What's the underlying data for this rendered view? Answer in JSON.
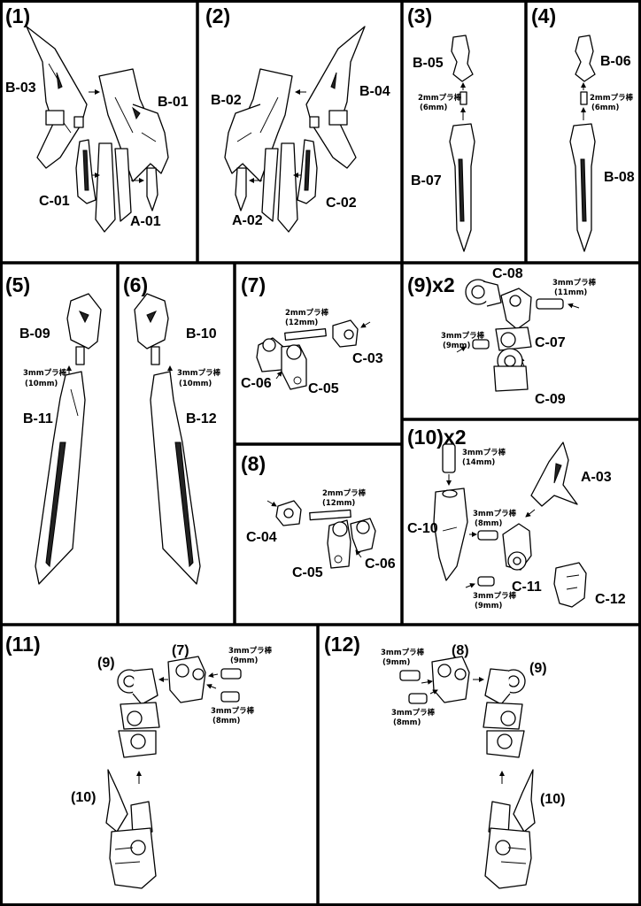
{
  "steps": {
    "s1": "(1)",
    "s2": "(2)",
    "s3": "(3)",
    "s4": "(4)",
    "s5": "(5)",
    "s6": "(6)",
    "s7": "(7)",
    "s8": "(8)",
    "s9": "(9)x2",
    "s10": "(10)x2",
    "s11": "(11)",
    "s12": "(12)"
  },
  "parts": {
    "A01": "A-01",
    "A02": "A-02",
    "A03": "A-03",
    "B01": "B-01",
    "B02": "B-02",
    "B03": "B-03",
    "B04": "B-04",
    "B05": "B-05",
    "B06": "B-06",
    "B07": "B-07",
    "B08": "B-08",
    "B09": "B-09",
    "B10": "B-10",
    "B11": "B-11",
    "B12": "B-12",
    "C01": "C-01",
    "C02": "C-02",
    "C03": "C-03",
    "C04": "C-04",
    "C05": "C-05",
    "C06": "C-06",
    "C07": "C-07",
    "C08": "C-08",
    "C09": "C-09",
    "C10": "C-10",
    "C11": "C-11",
    "C12": "C-12"
  },
  "rods": {
    "rod_2mm": "2mmプラ棒",
    "len_6mm": "(6mm)",
    "len_12mm": "(12mm)",
    "rod_3mm": "3mmプラ棒",
    "len_8mm": "(8mm)",
    "len_9mm": "(9mm)",
    "len_10mm": "(10mm)",
    "len_11mm": "(11mm)",
    "len_14mm": "(14mm)"
  },
  "refs": {
    "r7": "(7)",
    "r8": "(8)",
    "r9": "(9)",
    "r10": "(10)"
  }
}
